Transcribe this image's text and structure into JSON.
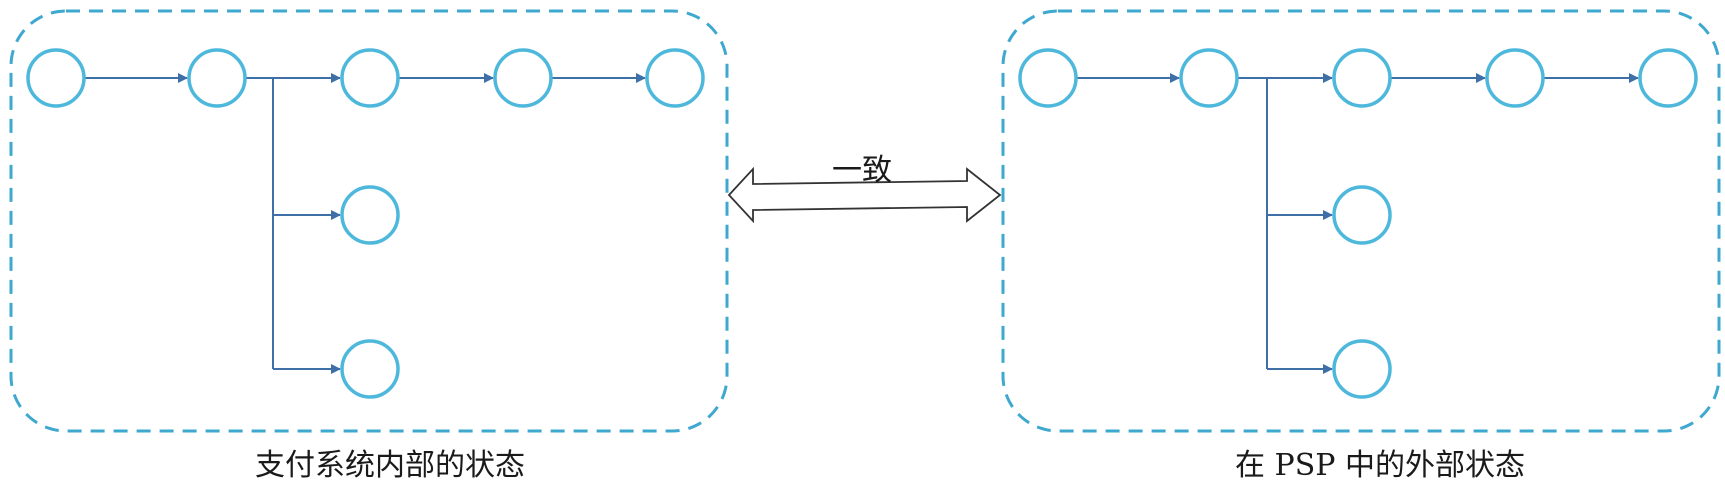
{
  "diagram": {
    "left_panel": {
      "caption": "支付系统内部的状态"
    },
    "right_panel": {
      "caption": "在 PSP 中的外部状态"
    },
    "connector": {
      "label": "一致"
    },
    "colors": {
      "node_stroke": "#4db8dc",
      "dashed_border": "#3ea8cf",
      "edge": "#3e6fa6",
      "double_arrow_stroke": "#333333"
    }
  }
}
